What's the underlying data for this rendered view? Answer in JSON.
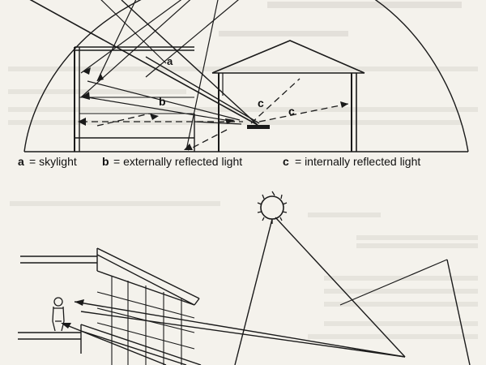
{
  "top_figure": {
    "labels": {
      "a": "a",
      "b": "b",
      "c1": "c",
      "c2": "c"
    },
    "caption": {
      "a_key": "a",
      "a_text": "= skylight",
      "b_key": "b",
      "b_text": "= externally reflected light",
      "c_key": "c",
      "c_text": "= internally reflected light"
    }
  },
  "colors": {
    "ink": "#1a1a1a",
    "paper": "#f4f2ec",
    "bleed": "#c9c6bf"
  },
  "icons": {
    "sun": "sun-icon",
    "person": "person-icon"
  }
}
